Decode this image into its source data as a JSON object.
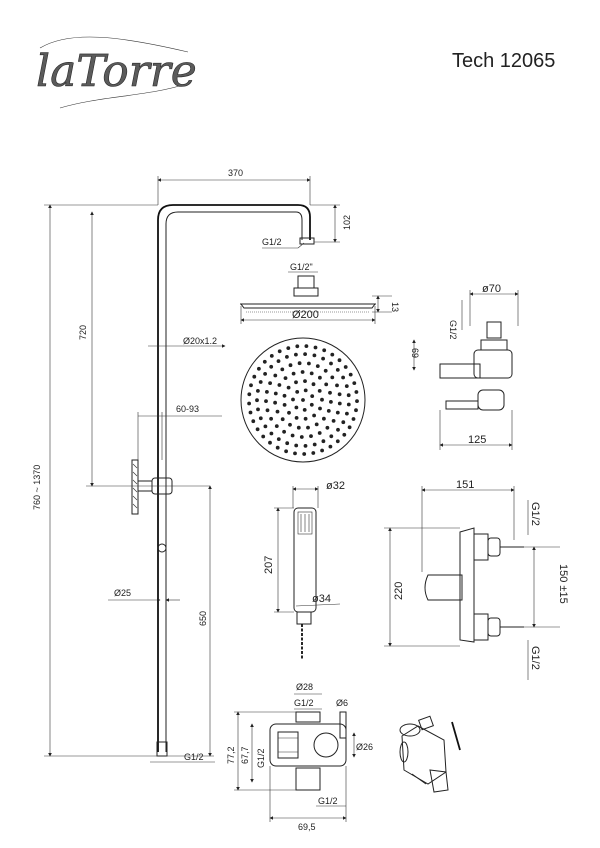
{
  "brand": {
    "logo_text": "laTorre"
  },
  "product_code": "Tech 12065",
  "column": {
    "arm_reach": "370",
    "arm_drop": "102",
    "arm_thread": "G1/2",
    "total_height": "760 ~ 1370",
    "upper_height": "720",
    "tube_diameter": "Ø20x1.2",
    "bracket_range": "60-93",
    "lower_diameter": "Ø25",
    "lower_height": "650",
    "base_thread": "G1/2"
  },
  "head_shower": {
    "connection": "G1/2\"",
    "thickness": "13",
    "diameter": "Ø200"
  },
  "hand_shower": {
    "diameter": "ø32",
    "length": "207",
    "hose_connector": "ø34"
  },
  "holder": {
    "diameter": "ø70",
    "thread": "G1/2",
    "height": "69",
    "depth": "125"
  },
  "mixer": {
    "width": "151",
    "thread_top": "G1/2",
    "thread_bottom": "G1/2",
    "height": "220",
    "centers": "150 ±15"
  },
  "diverter": {
    "top_diameter": "Ø28",
    "top_thread": "G1/2",
    "pin": "Ø6",
    "side_thread": "G1/2",
    "outer_height": "77,2",
    "inner_height": "67,7",
    "body_diameter": "Ø26",
    "bottom_thread": "G1/2",
    "width": "69,5"
  }
}
